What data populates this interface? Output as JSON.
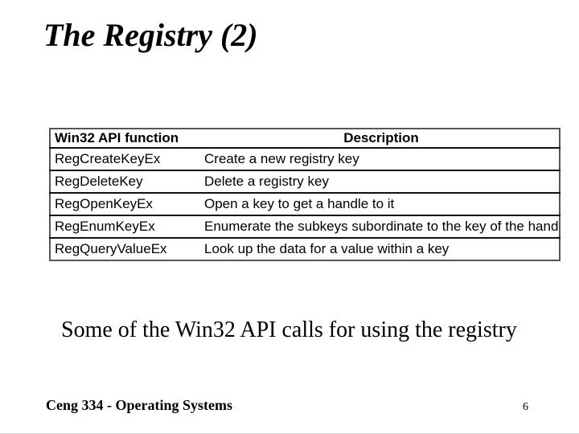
{
  "slide": {
    "title": "The Registry (2)",
    "caption": "Some of the Win32 API calls for using the registry",
    "footer": {
      "course": "Ceng 334 - Operating Systems",
      "page_number": "6"
    }
  },
  "table": {
    "columns": [
      "Win32 API function",
      "Description"
    ],
    "rows": [
      {
        "function": "RegCreateKeyEx",
        "description": "Create a new registry key"
      },
      {
        "function": "RegDeleteKey",
        "description": "Delete a registry key"
      },
      {
        "function": "RegOpenKeyEx",
        "description": "Open a key to get a handle to it"
      },
      {
        "function": "RegEnumKeyEx",
        "description": "Enumerate the subkeys subordinate to the key of the handle"
      },
      {
        "function": "RegQueryValueEx",
        "description": "Look up the data for a value within a key"
      }
    ]
  },
  "colors": {
    "background": "#ffffff",
    "text": "#000000",
    "table_border_outer": "#555555",
    "table_border_inner": "#111111",
    "bottom_edge": "#d0d0d0"
  }
}
